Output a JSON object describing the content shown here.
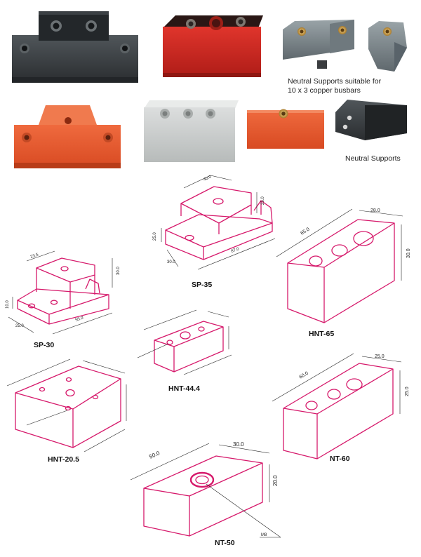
{
  "captions": {
    "neutral_busbars_line1": "Neutral Supports suitable for",
    "neutral_busbars_line2": "10 x 3 copper busbars",
    "neutral_supports": "Neutral Supports"
  },
  "drawings": {
    "sp35": {
      "label": "SP-35",
      "dims": {
        "top": "40.0",
        "height": "25.0",
        "step": "25.0",
        "step_depth": "30.0",
        "length": "87.0"
      }
    },
    "sp30": {
      "label": "SP-30",
      "dims": {
        "top": "23.5",
        "height": "30.0",
        "step": "10.0",
        "depth": "25.0",
        "length": "55.0"
      }
    },
    "hnt65": {
      "label": "HNT-65",
      "dims": {
        "length": "65.0",
        "depth": "28.0",
        "height": "30.0"
      }
    },
    "hnt444": {
      "label": "HNT-44.4"
    },
    "hnt205": {
      "label": "HNT-20.5"
    },
    "nt60": {
      "label": "NT-60",
      "dims": {
        "length": "60.0",
        "depth": "25.0",
        "height": "25.0"
      }
    },
    "nt50": {
      "label": "NT-50",
      "dims": {
        "length": "50.0",
        "depth": "30.0",
        "height": "20.0",
        "thread": "M8"
      }
    }
  },
  "colors": {
    "drawing_line": "#d6196b",
    "dim_line": "#222222",
    "photo_black": "#2f3336",
    "photo_red": "#cf2a24",
    "photo_orange": "#e4562c",
    "photo_grey": "#c9cccb",
    "photo_slate": "#7f8a90"
  }
}
